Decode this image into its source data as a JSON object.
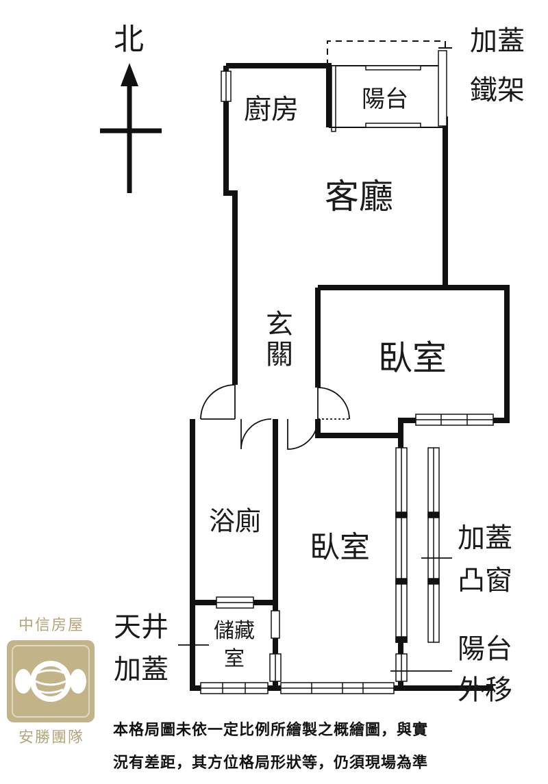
{
  "north": {
    "label": "北"
  },
  "rooms": {
    "kitchen": "廚房",
    "balcony": "陽台",
    "living_room": "客廳",
    "entrance": "玄關",
    "bedroom_1": "臥室",
    "bathroom": "浴廁",
    "bedroom_2": "臥室",
    "storage": "儲藏室"
  },
  "annotations": {
    "iron_frame": [
      "加蓋",
      "鐵架"
    ],
    "bay_window": [
      "加蓋",
      "凸窗"
    ],
    "balcony_moved": [
      "陽台",
      "外移"
    ],
    "skylight": [
      "天井",
      "加蓋"
    ]
  },
  "disclaimer": [
    "本格局圖未依一定比例所繪製之概繪圖，與實",
    "況有差距，其方位格局形狀等，仍須現場為準"
  ],
  "brand": {
    "top": "中信房屋",
    "bottom": "安勝團隊",
    "color": "#c3b389",
    "text_color": "#b5a47a"
  },
  "colors": {
    "wall": "#111111",
    "background": "#ffffff"
  }
}
